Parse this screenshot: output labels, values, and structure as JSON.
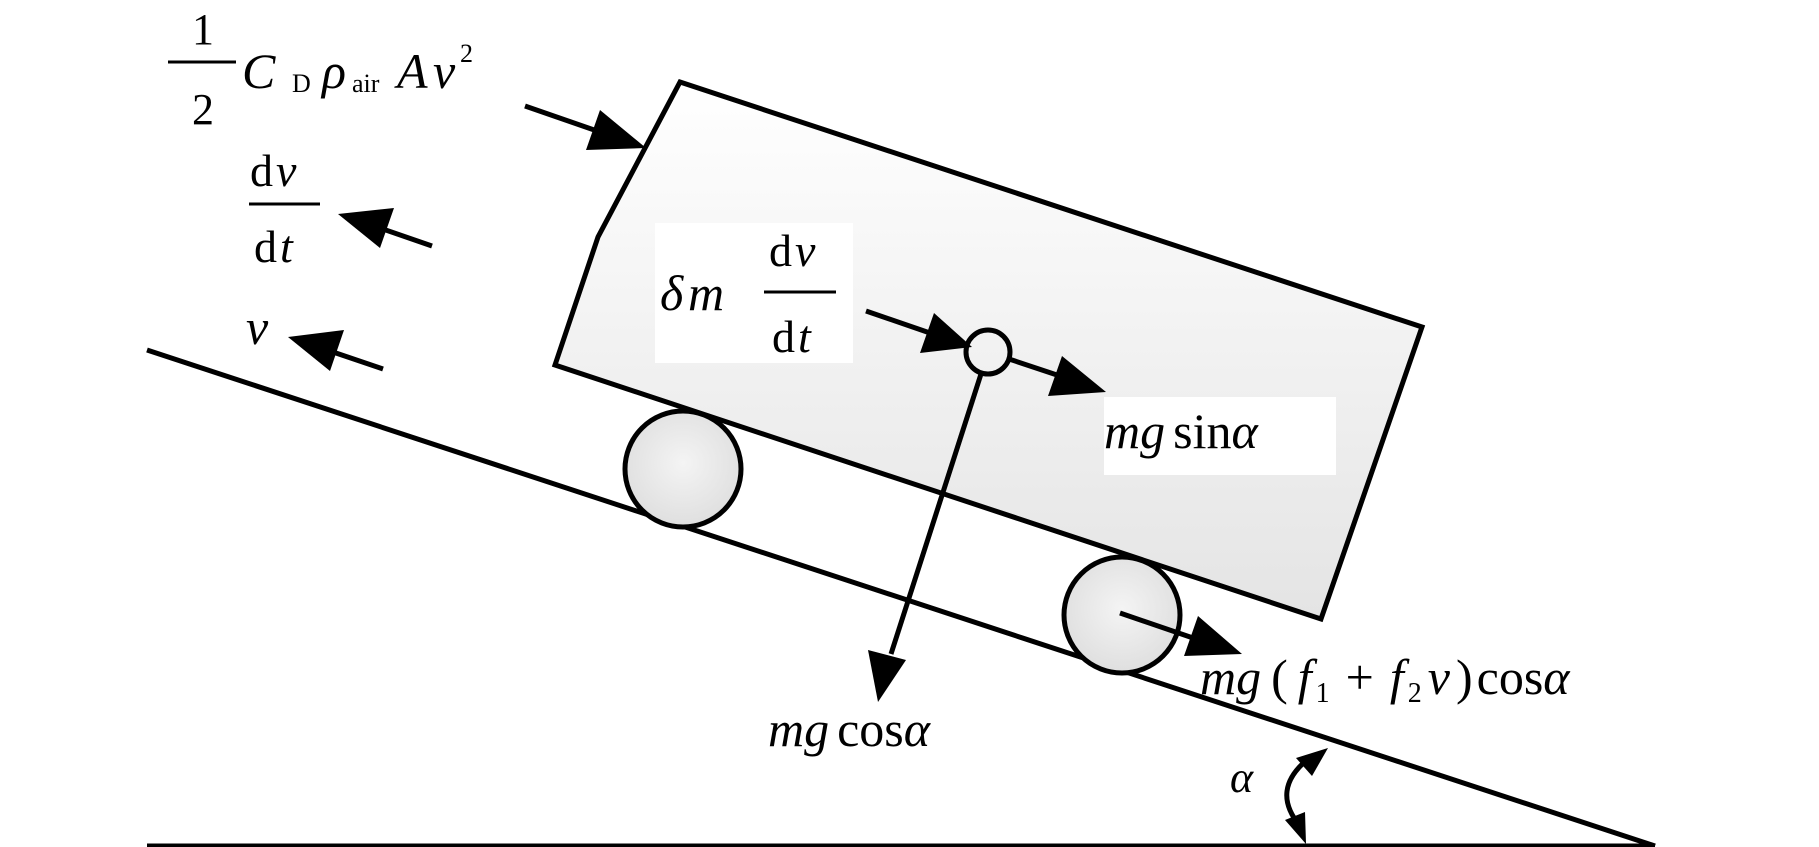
{
  "labels": {
    "drag": {
      "frac_num": "1",
      "frac_den": "2",
      "C": "C",
      "C_sub": "D",
      "rho": "ρ",
      "rho_sub": "air",
      "A": "A",
      "v": "v",
      "exp": "2"
    },
    "accel": {
      "num_d": "d",
      "num_v": "v",
      "den_d": "d",
      "den_t": "t"
    },
    "velocity": {
      "v": "v"
    },
    "inertia": {
      "delta": "δ",
      "m": "m",
      "num_d": "d",
      "num_v": "v",
      "den_d": "d",
      "den_t": "t"
    },
    "grade_force": {
      "mg": "mg",
      "fn": "sin",
      "alpha": "α"
    },
    "normal_force": {
      "mg": "mg",
      "fn": "cos",
      "alpha": "α"
    },
    "rolling": {
      "mg": "mg",
      "open": "(",
      "f1": "f",
      "f1_sub": "1",
      "plus": "+",
      "f2": "f",
      "f2_sub": "2",
      "v": "v",
      "close": ")",
      "fn": "cos",
      "alpha": "α"
    },
    "angle": {
      "alpha": "α"
    }
  },
  "colors": {
    "stroke": "#000000",
    "body_fill_light": "#ffffff",
    "body_fill_dark": "#e6e6e6",
    "wheel_fill": "#ececec",
    "label_bg": "#ffffff"
  }
}
